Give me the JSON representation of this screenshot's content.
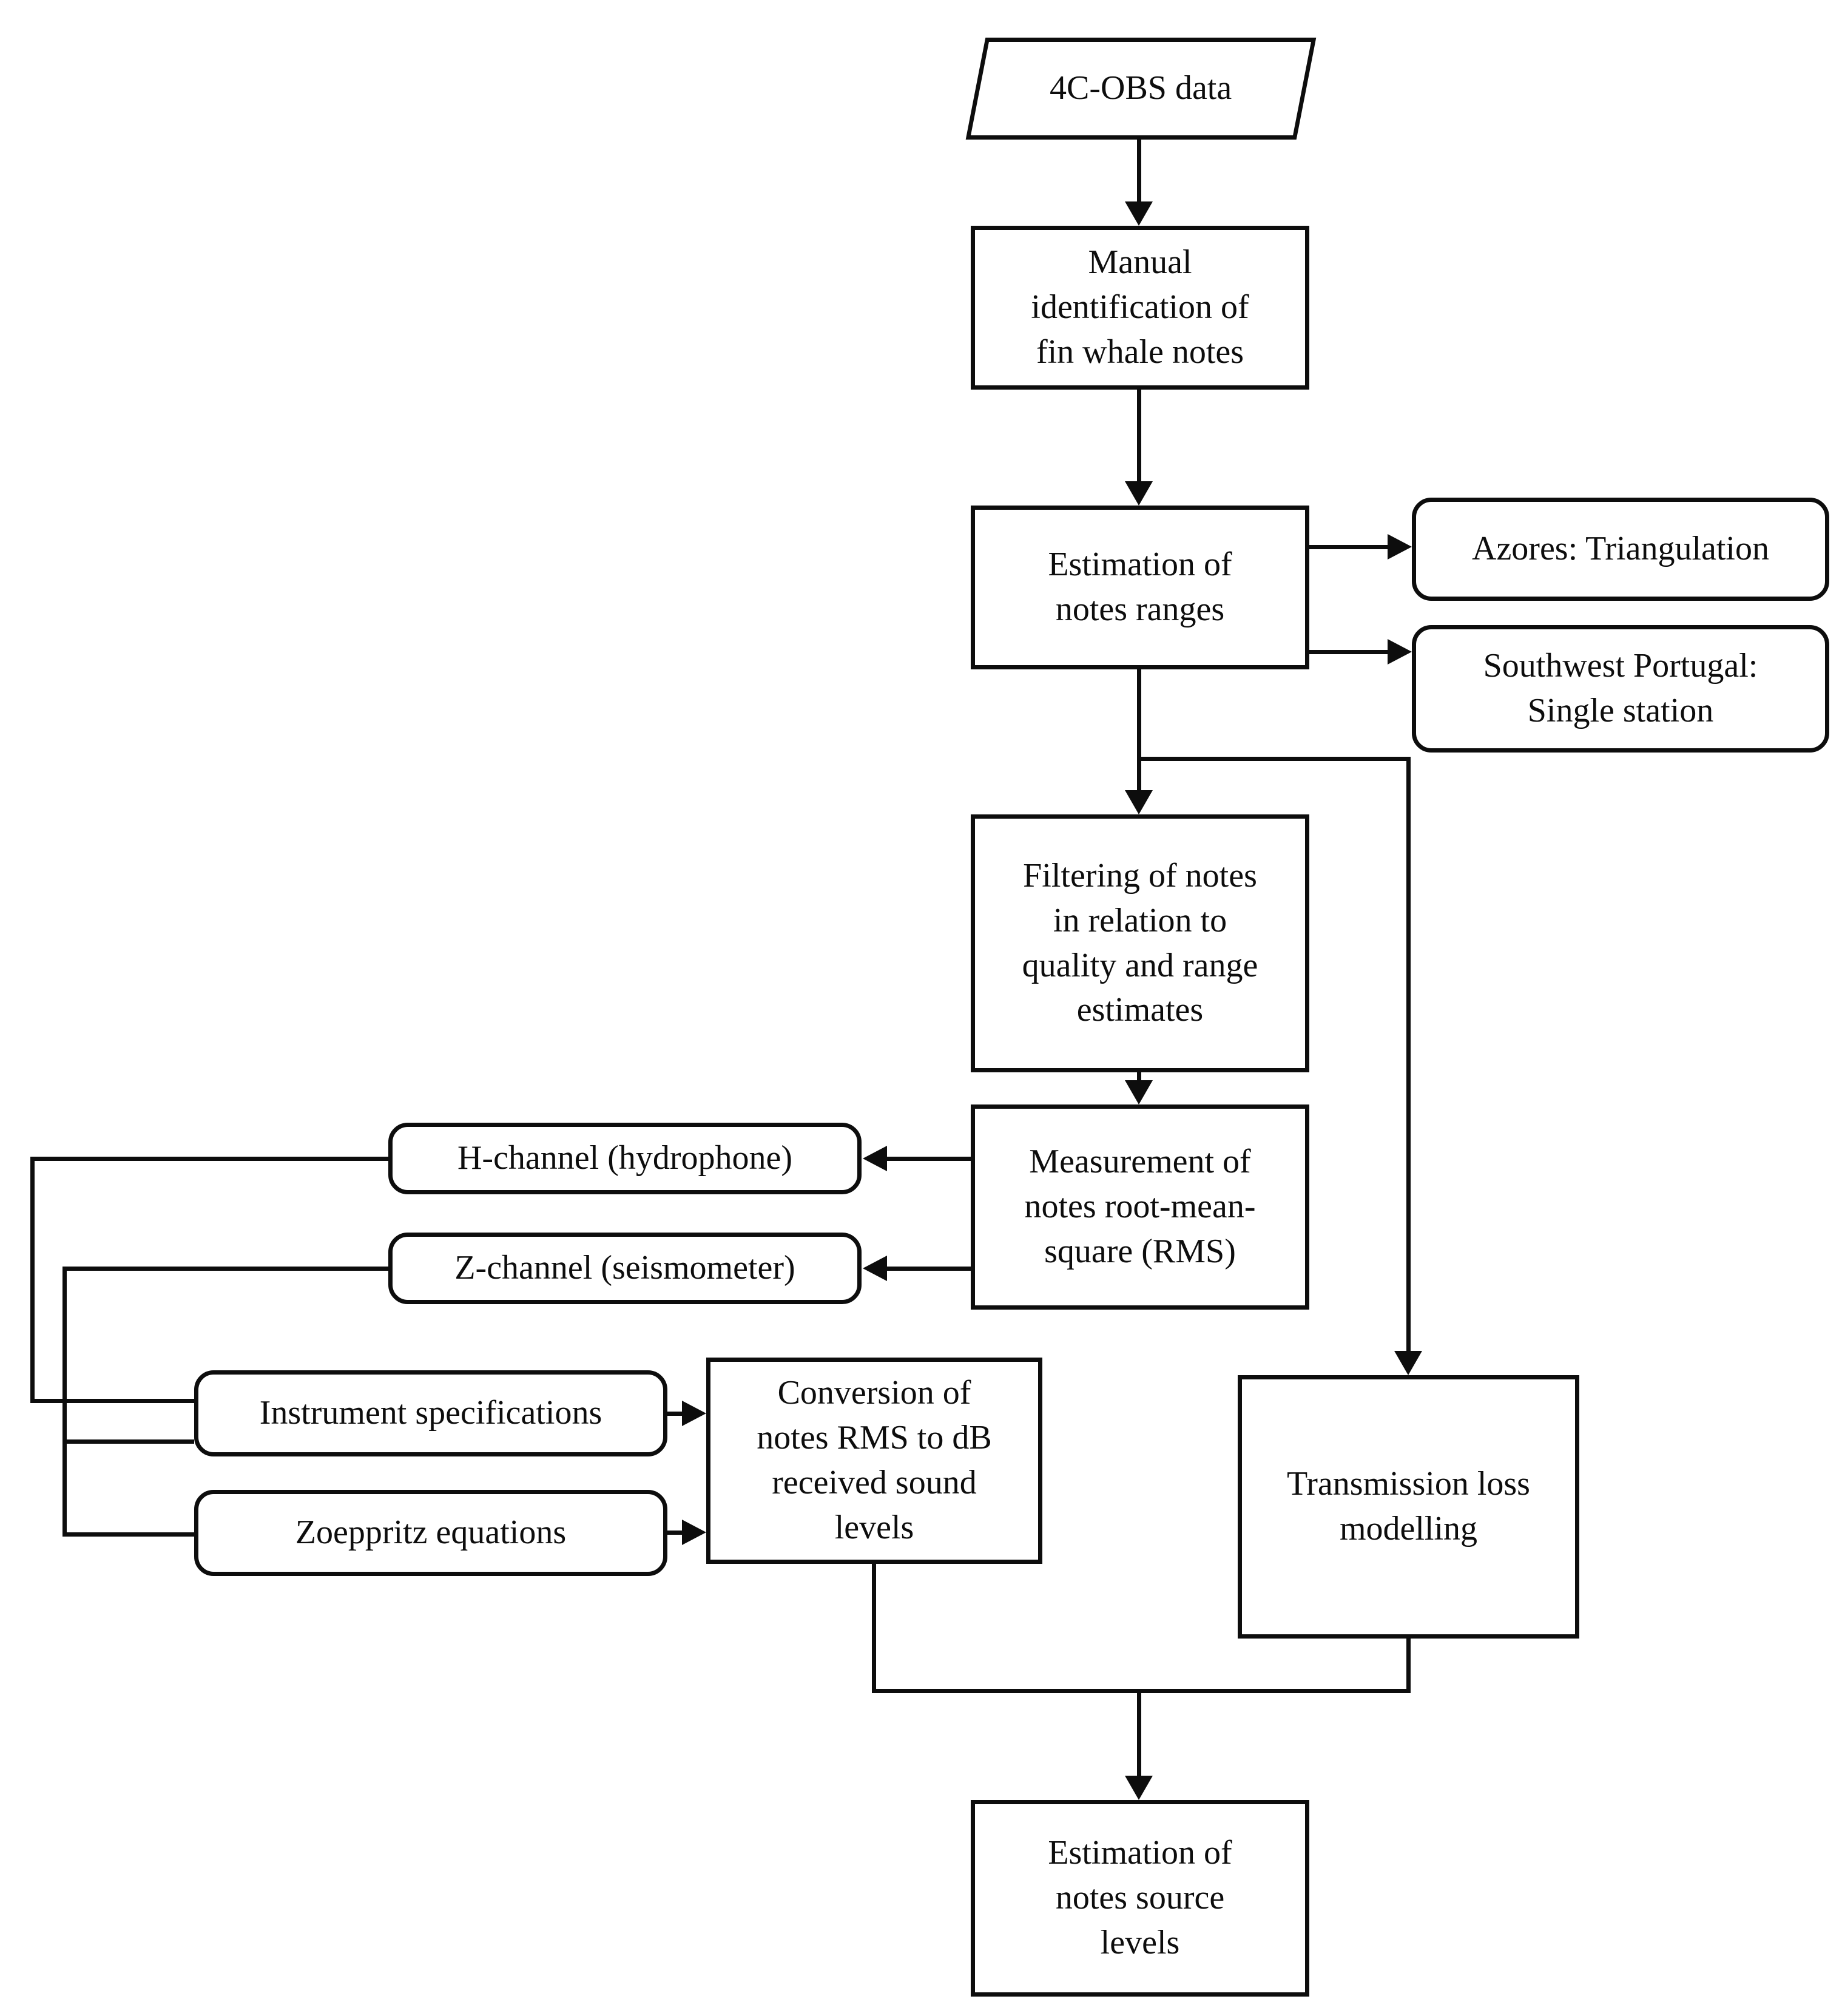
{
  "diagram": {
    "type": "flowchart",
    "background_color": "#ffffff",
    "line_color": "#0d0d0d",
    "node_fill_color": "#ffffff",
    "nodes": {
      "obs_data": {
        "label": "4C-OBS data",
        "shape": "parallelogram"
      },
      "manual_identification": {
        "label": "Manual\nidentification of\nfin whale notes",
        "shape": "process"
      },
      "estimation_ranges": {
        "label": "Estimation of\nnotes ranges",
        "shape": "process"
      },
      "azores_triangulation": {
        "label": "Azores: Triangulation",
        "shape": "rounded"
      },
      "southwest_portugal": {
        "label": "Southwest Portugal:\nSingle station",
        "shape": "rounded"
      },
      "filtering_notes": {
        "label": "Filtering of notes\nin relation to\nquality and range\nestimates",
        "shape": "process"
      },
      "measurement_rms": {
        "label": "Measurement of\nnotes root-mean-\nsquare (RMS)",
        "shape": "process"
      },
      "h_channel": {
        "label": "H-channel (hydrophone)",
        "shape": "rounded"
      },
      "z_channel": {
        "label": "Z-channel (seismometer)",
        "shape": "rounded"
      },
      "instrument_specifications": {
        "label": "Instrument specifications",
        "shape": "rounded"
      },
      "zoeppritz_equations": {
        "label": "Zoeppritz equations",
        "shape": "rounded"
      },
      "conversion_db": {
        "label": "Conversion of\nnotes RMS to dB\nreceived sound\nlevels",
        "shape": "process"
      },
      "transmission_loss": {
        "label": "Transmission loss\nmodelling",
        "shape": "process"
      },
      "source_levels": {
        "label": "Estimation of\nnotes source\nlevels",
        "shape": "process"
      }
    },
    "edges": [
      {
        "from": "obs_data",
        "to": "manual_identification",
        "arrowhead": true
      },
      {
        "from": "manual_identification",
        "to": "estimation_ranges",
        "arrowhead": true
      },
      {
        "from": "estimation_ranges",
        "to": "azores_triangulation",
        "arrowhead": true
      },
      {
        "from": "estimation_ranges",
        "to": "southwest_portugal",
        "arrowhead": true
      },
      {
        "from": "estimation_ranges",
        "to": "filtering_notes",
        "arrowhead": true
      },
      {
        "from": "estimation_ranges",
        "to": "transmission_loss",
        "arrowhead": true
      },
      {
        "from": "filtering_notes",
        "to": "measurement_rms",
        "arrowhead": true
      },
      {
        "from": "measurement_rms",
        "to": "h_channel",
        "arrowhead": true
      },
      {
        "from": "measurement_rms",
        "to": "z_channel",
        "arrowhead": true
      },
      {
        "from": "h_channel",
        "to": "instrument_specifications",
        "arrowhead": false
      },
      {
        "from": "z_channel",
        "to": "instrument_specifications",
        "arrowhead": false
      },
      {
        "from": "z_channel",
        "to": "zoeppritz_equations",
        "arrowhead": false
      },
      {
        "from": "instrument_specifications",
        "to": "conversion_db",
        "arrowhead": true
      },
      {
        "from": "zoeppritz_equations",
        "to": "conversion_db",
        "arrowhead": true
      },
      {
        "from": "conversion_db",
        "to": "source_levels",
        "arrowhead": true
      },
      {
        "from": "transmission_loss",
        "to": "source_levels",
        "arrowhead": true
      }
    ]
  }
}
